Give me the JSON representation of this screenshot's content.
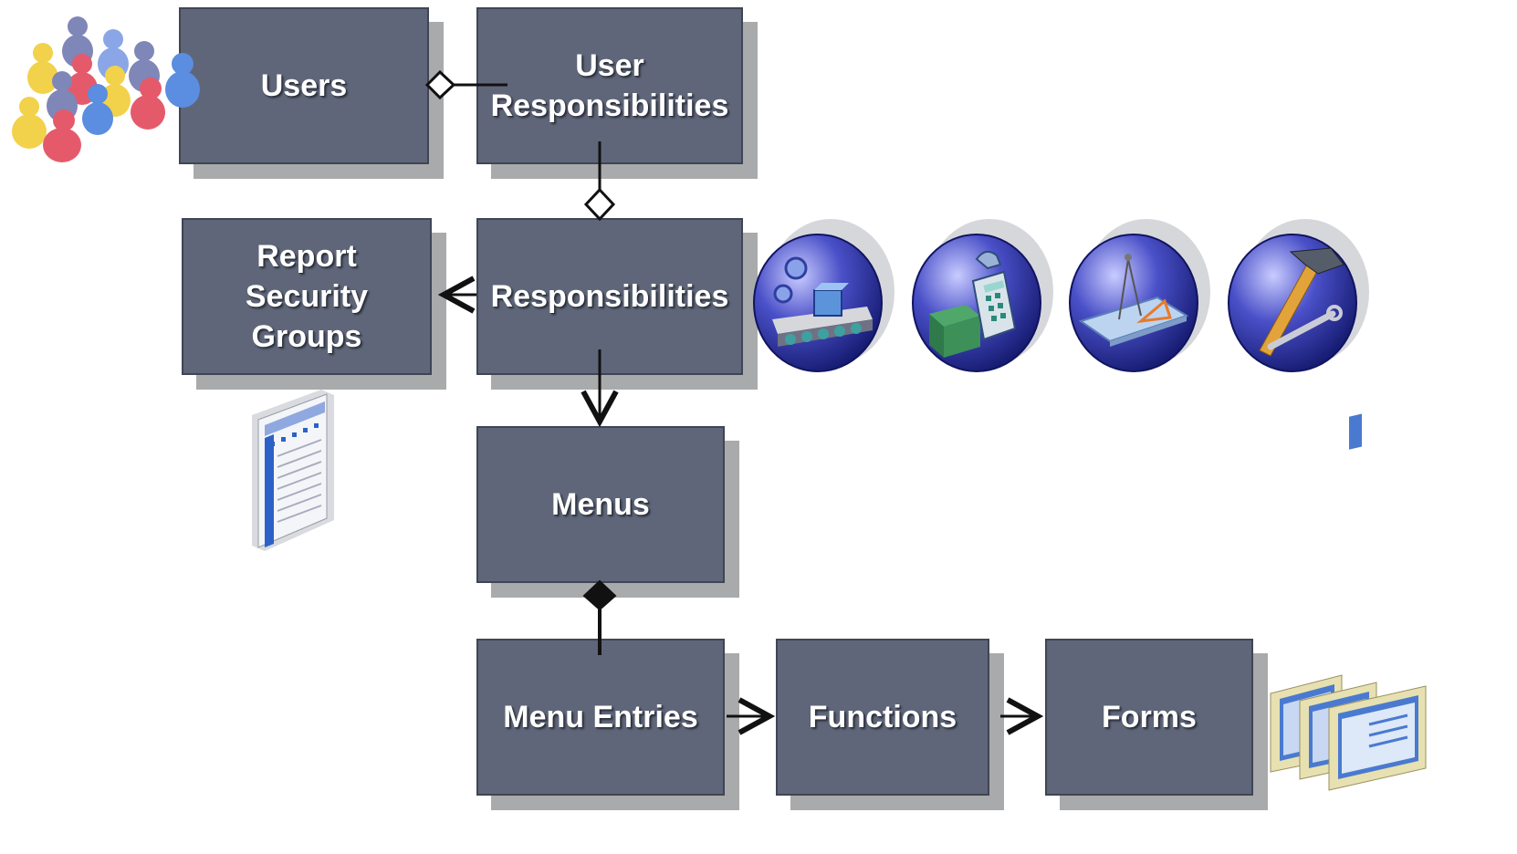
{
  "diagram": {
    "boxes": {
      "users": "Users",
      "user_responsibilities": "User\nResponsibilities",
      "report_security_groups": "Report\nSecurity\nGroups",
      "responsibilities": "Responsibilities",
      "menus": "Menus",
      "menu_entries": "Menu Entries",
      "functions": "Functions",
      "forms": "Forms"
    },
    "icons": [
      "users-group-icon",
      "report-document-icon",
      "manufacturing-icon",
      "finance-calculator-icon",
      "engineering-design-icon",
      "tools-icon",
      "forms-windows-icon"
    ],
    "colors": {
      "box_fill": "#5f6679",
      "box_border": "#3f4554",
      "shadow": "#a9aaab",
      "connector": "#111111",
      "sphere_blue": "#2a2f8f"
    }
  }
}
